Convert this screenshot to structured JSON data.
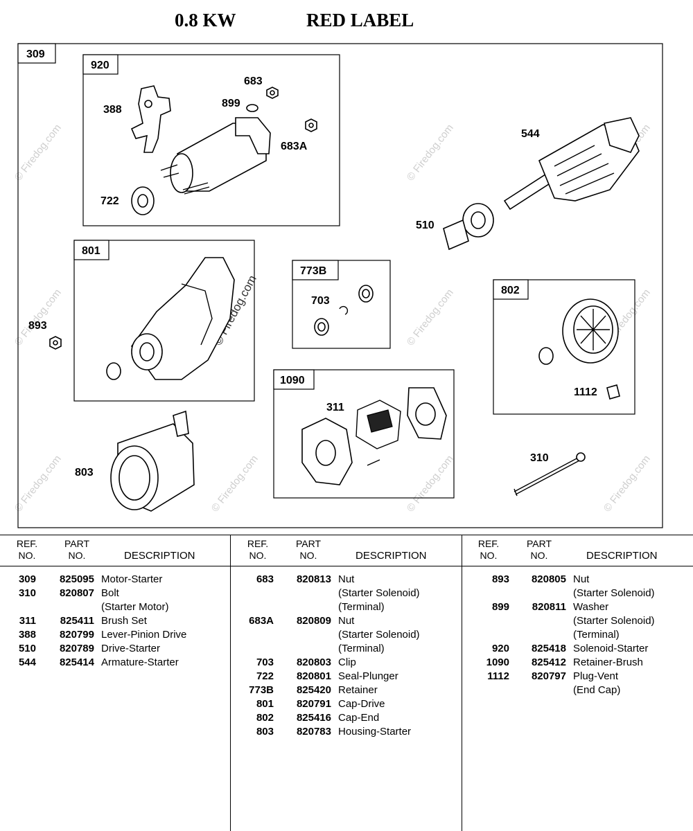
{
  "title": {
    "left": "0.8 KW",
    "right": "RED LABEL"
  },
  "watermark": "© Firedog.com",
  "diagram": {
    "outer_box_label": "309",
    "boxes": {
      "b920": "920",
      "b801": "801",
      "b773b": "773B",
      "b802": "802",
      "b1090": "1090"
    },
    "callouts": {
      "c388": "388",
      "c683": "683",
      "c899": "899",
      "c683a": "683A",
      "c722": "722",
      "c544": "544",
      "c510": "510",
      "c893": "893",
      "c703": "703",
      "c1112": "1112",
      "c311": "311",
      "c310": "310",
      "c803": "803"
    }
  },
  "table": {
    "header": {
      "ref": [
        "REF.",
        "NO."
      ],
      "part": [
        "PART",
        "NO."
      ],
      "description": "DESCRIPTION"
    },
    "columns": [
      [
        {
          "ref": "309",
          "part": "825095",
          "desc": "Motor-Starter"
        },
        {
          "ref": "310",
          "part": "820807",
          "desc": "Bolt"
        },
        {
          "ref": "",
          "part": "",
          "desc": "(Starter Motor)"
        },
        {
          "ref": "311",
          "part": "825411",
          "desc": "Brush Set"
        },
        {
          "ref": "388",
          "part": "820799",
          "desc": "Lever-Pinion Drive"
        },
        {
          "ref": "510",
          "part": "820789",
          "desc": "Drive-Starter"
        },
        {
          "ref": "544",
          "part": "825414",
          "desc": "Armature-Starter"
        }
      ],
      [
        {
          "ref": "683",
          "part": "820813",
          "desc": "Nut"
        },
        {
          "ref": "",
          "part": "",
          "desc": "(Starter Solenoid)"
        },
        {
          "ref": "",
          "part": "",
          "desc": "(Terminal)"
        },
        {
          "ref": "683A",
          "part": "820809",
          "desc": "Nut"
        },
        {
          "ref": "",
          "part": "",
          "desc": "(Starter Solenoid)"
        },
        {
          "ref": "",
          "part": "",
          "desc": "(Terminal)"
        },
        {
          "ref": "703",
          "part": "820803",
          "desc": "Clip"
        },
        {
          "ref": "722",
          "part": "820801",
          "desc": "Seal-Plunger"
        },
        {
          "ref": "773B",
          "part": "825420",
          "desc": "Retainer"
        },
        {
          "ref": "801",
          "part": "820791",
          "desc": "Cap-Drive"
        },
        {
          "ref": "802",
          "part": "825416",
          "desc": "Cap-End"
        },
        {
          "ref": "803",
          "part": "820783",
          "desc": "Housing-Starter"
        }
      ],
      [
        {
          "ref": "893",
          "part": "820805",
          "desc": "Nut"
        },
        {
          "ref": "",
          "part": "",
          "desc": "(Starter Solenoid)"
        },
        {
          "ref": "899",
          "part": "820811",
          "desc": "Washer"
        },
        {
          "ref": "",
          "part": "",
          "desc": "(Starter Solenoid)"
        },
        {
          "ref": "",
          "part": "",
          "desc": "(Terminal)"
        },
        {
          "ref": "920",
          "part": "825418",
          "desc": "Solenoid-Starter"
        },
        {
          "ref": "1090",
          "part": "825412",
          "desc": "Retainer-Brush"
        },
        {
          "ref": "1112",
          "part": "820797",
          "desc": "Plug-Vent"
        },
        {
          "ref": "",
          "part": "",
          "desc": "(End Cap)"
        }
      ]
    ]
  }
}
